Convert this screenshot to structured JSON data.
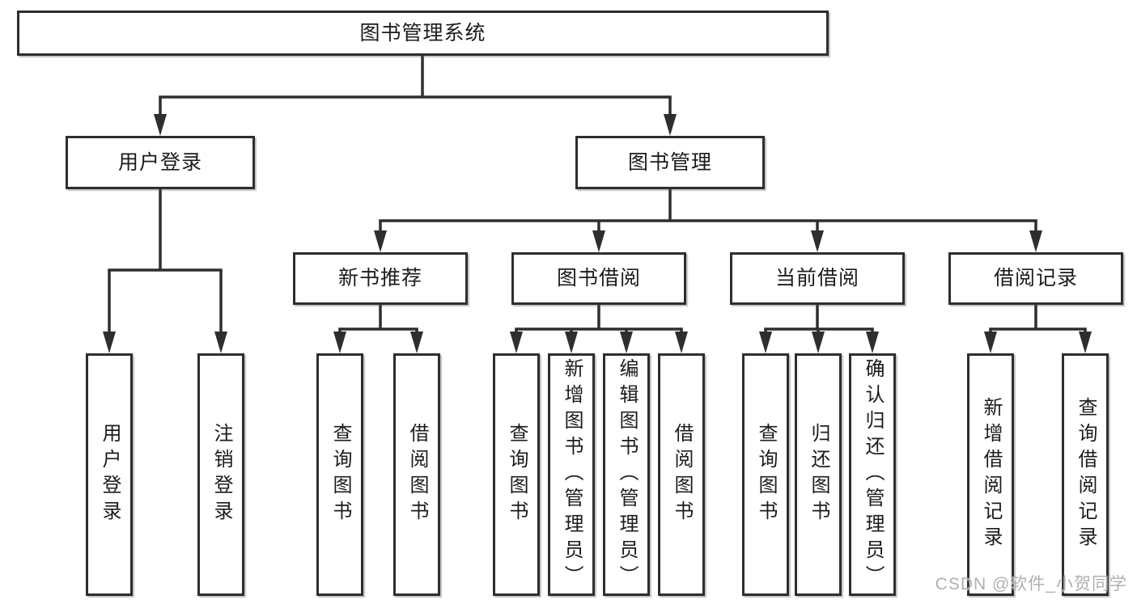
{
  "colors": {
    "line": "#2e2e2e",
    "node_border": "#2e2e2e",
    "text": "#1c1c1c",
    "watermark": "#b0b0b0",
    "background": "#ffffff"
  },
  "watermark": "CSDN @软件_小贺同学",
  "tree": {
    "root": {
      "label": "图书管理系统"
    },
    "branches": [
      {
        "label": "用户登录",
        "children": [
          {
            "label": "用户登录"
          },
          {
            "label": "注销登录"
          }
        ]
      },
      {
        "label": "图书管理",
        "groups": [
          {
            "label": "新书推荐",
            "children": [
              {
                "label": "查询图书"
              },
              {
                "label": "借阅图书"
              }
            ]
          },
          {
            "label": "图书借阅",
            "children": [
              {
                "label": "查询图书"
              },
              {
                "label": "新增图书（管理员）"
              },
              {
                "label": "编辑图书（管理员）"
              },
              {
                "label": "借阅图书"
              }
            ]
          },
          {
            "label": "当前借阅",
            "children": [
              {
                "label": "查询图书"
              },
              {
                "label": "归还图书"
              },
              {
                "label": "确认归还（管理员）"
              }
            ]
          },
          {
            "label": "借阅记录",
            "children": [
              {
                "label": "新增借阅记录"
              },
              {
                "label": "查询借阅记录"
              }
            ]
          }
        ]
      }
    ]
  }
}
